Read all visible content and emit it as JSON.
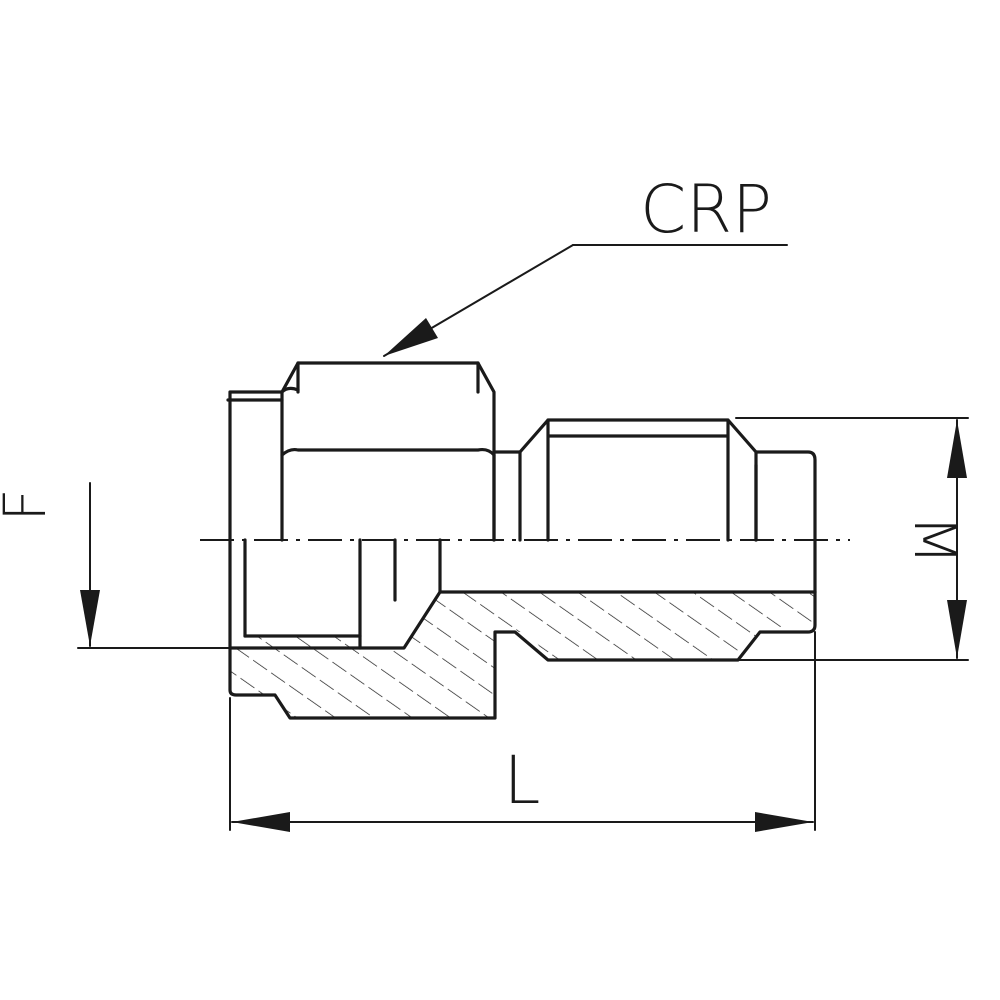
{
  "labels": {
    "callout": "CRP",
    "dim_length": "L",
    "dim_thread": "M",
    "dim_bore": "F"
  },
  "colors": {
    "ink": "#1a1a1a",
    "background": "#ffffff"
  }
}
